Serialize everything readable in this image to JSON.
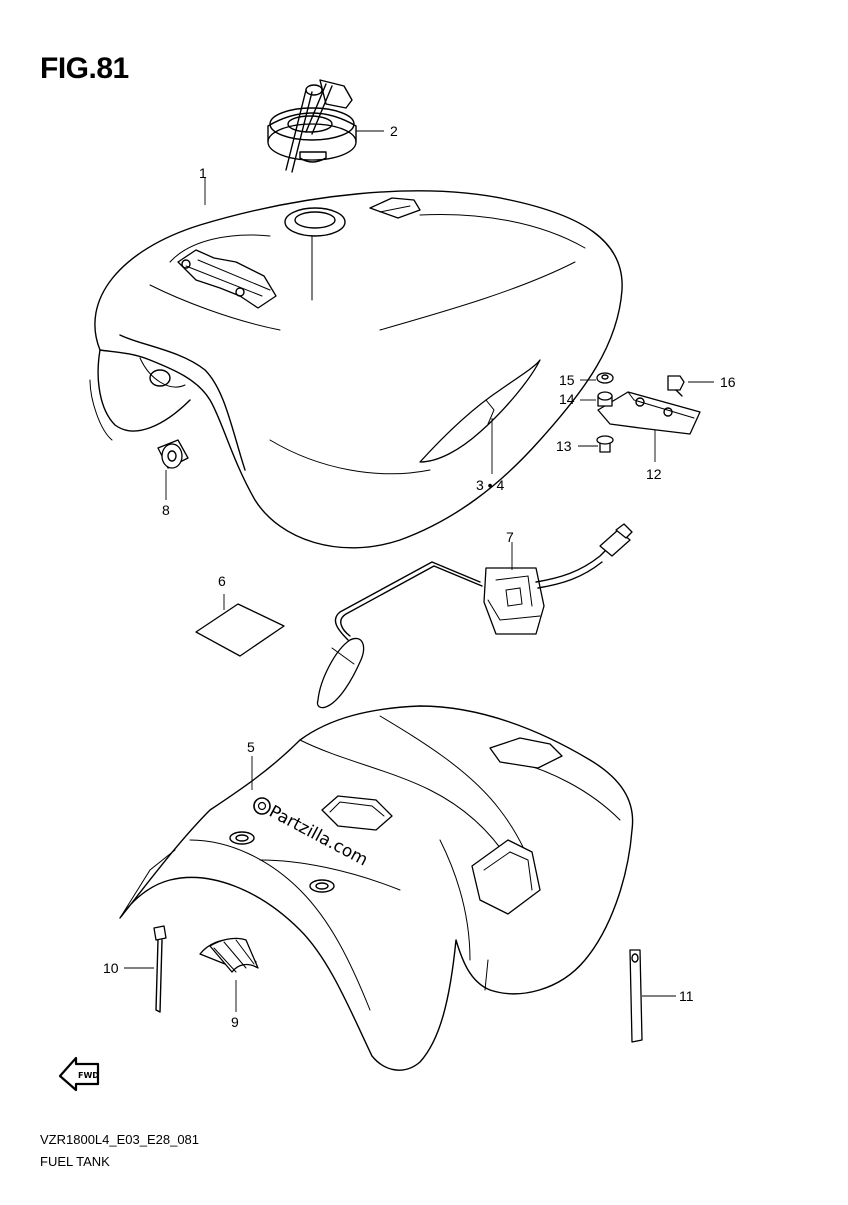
{
  "figure": {
    "title": "FIG.81"
  },
  "callouts": {
    "c1": "1",
    "c2": "2",
    "c34": "3 • 4",
    "c5": "5",
    "c6": "6",
    "c7": "7",
    "c8": "8",
    "c9": "9",
    "c10": "10",
    "c11": "11",
    "c12": "12",
    "c13": "13",
    "c14": "14",
    "c15": "15",
    "c16": "16"
  },
  "watermark": {
    "text": "Partzilla.com"
  },
  "direction_arrow": {
    "label": "FWD"
  },
  "footer": {
    "model_code": "VZR1800L4_E03_E28_081",
    "section": "FUEL TANK"
  }
}
